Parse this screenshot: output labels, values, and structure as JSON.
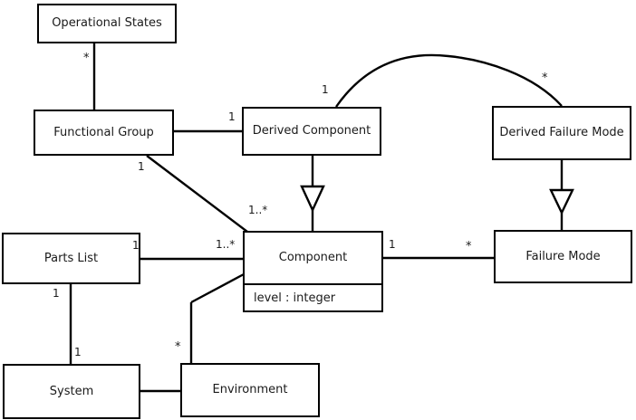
{
  "diagram": {
    "type": "uml-class-diagram",
    "title": "",
    "background_color": "#ffffff",
    "line_color": "#000000",
    "text_color": "#1a1a1a",
    "classes": [
      {
        "id": "operational-states",
        "name": "Operational States",
        "attributes": []
      },
      {
        "id": "functional-group",
        "name": "Functional Group",
        "attributes": []
      },
      {
        "id": "derived-component",
        "name": "Derived Component",
        "attributes": []
      },
      {
        "id": "derived-failure-mode",
        "name": "Derived Failure Mode",
        "attributes": []
      },
      {
        "id": "parts-list",
        "name": "Parts List",
        "attributes": []
      },
      {
        "id": "component",
        "name": "Component",
        "attributes": [
          "level : integer"
        ]
      },
      {
        "id": "failure-mode",
        "name": "Failure Mode",
        "attributes": []
      },
      {
        "id": "system",
        "name": "System",
        "attributes": []
      },
      {
        "id": "environment",
        "name": "Environment",
        "attributes": []
      }
    ],
    "relationships": [
      {
        "id": "operational-states-functional-group",
        "kind": "association",
        "from": "operational-states",
        "to": "functional-group",
        "from_multiplicity": "*",
        "to_multiplicity": ""
      },
      {
        "id": "functional-group-derived-component",
        "kind": "association",
        "from": "functional-group",
        "to": "derived-component",
        "from_multiplicity": "",
        "to_multiplicity": "1"
      },
      {
        "id": "functional-group-component",
        "kind": "association",
        "from": "functional-group",
        "to": "component",
        "from_multiplicity": "1",
        "to_multiplicity": "1..*"
      },
      {
        "id": "derived-component-derived-failure-mode",
        "kind": "association-curved",
        "from": "derived-component",
        "to": "derived-failure-mode",
        "from_multiplicity": "1",
        "to_multiplicity": "*"
      },
      {
        "id": "derived-component-component",
        "kind": "generalization",
        "from": "derived-component",
        "to": "component",
        "from_multiplicity": "",
        "to_multiplicity": ""
      },
      {
        "id": "derived-failure-mode-failure-mode",
        "kind": "generalization",
        "from": "derived-failure-mode",
        "to": "failure-mode",
        "from_multiplicity": "",
        "to_multiplicity": ""
      },
      {
        "id": "parts-list-component",
        "kind": "association",
        "from": "parts-list",
        "to": "component",
        "from_multiplicity": "1",
        "to_multiplicity": "1..*"
      },
      {
        "id": "component-failure-mode",
        "kind": "association",
        "from": "component",
        "to": "failure-mode",
        "from_multiplicity": "1",
        "to_multiplicity": "*"
      },
      {
        "id": "parts-list-system",
        "kind": "association",
        "from": "parts-list",
        "to": "system",
        "from_multiplicity": "1",
        "to_multiplicity": "1"
      },
      {
        "id": "system-environment",
        "kind": "association",
        "from": "system",
        "to": "environment",
        "from_multiplicity": "",
        "to_multiplicity": ""
      },
      {
        "id": "environment-component",
        "kind": "association",
        "from": "environment",
        "to": "component",
        "from_multiplicity": "*",
        "to_multiplicity": ""
      }
    ],
    "multiplicity_labels": [
      {
        "id": "m-os-fg",
        "text": "*"
      },
      {
        "id": "m-fg-dc",
        "text": "1"
      },
      {
        "id": "m-dc-dfm-left",
        "text": "1"
      },
      {
        "id": "m-dc-dfm-right",
        "text": "*"
      },
      {
        "id": "m-fg-comp-near",
        "text": "1"
      },
      {
        "id": "m-fg-comp-far",
        "text": "1..*"
      },
      {
        "id": "m-pl-comp-near",
        "text": "1"
      },
      {
        "id": "m-pl-comp-far",
        "text": "1..*"
      },
      {
        "id": "m-comp-fm-near",
        "text": "1"
      },
      {
        "id": "m-comp-fm-far",
        "text": "*"
      },
      {
        "id": "m-pl-sys-top",
        "text": "1"
      },
      {
        "id": "m-pl-sys-bottom",
        "text": "1"
      },
      {
        "id": "m-env-comp",
        "text": "*"
      }
    ]
  }
}
